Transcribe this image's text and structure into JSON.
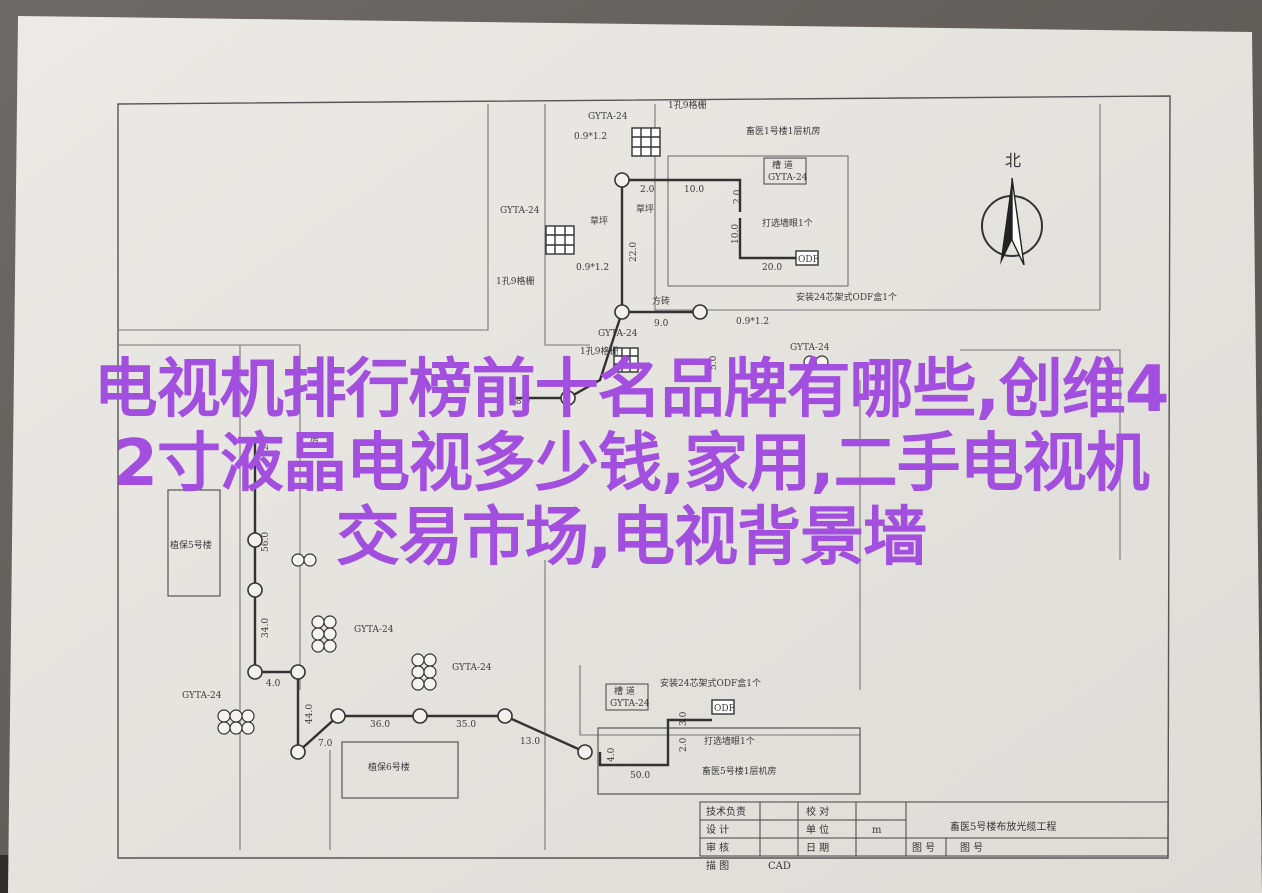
{
  "colors": {
    "table": "#5f5c58",
    "paper": "#e9e8e4",
    "ink": "#4a4a4a",
    "title": "#a24fe0"
  },
  "title_lines": [
    "电视机排行榜前十名品牌有哪些,创维4",
    "2寸液晶电视多少钱,家用,二手电视机",
    "交易市场,电视背景墙"
  ],
  "drawing": {
    "north": "北",
    "labels": {
      "gyta_24": "GYTA-24",
      "hole1_cable_top": "1孔9格栅",
      "hole1_cable_left": "1孔9格栅",
      "pipe_09_12_a": "0.9*1.2",
      "pipe_09_12_b": "0.9*1.2",
      "pipe_09_12_c": "0.9*1.2",
      "hole1_mid": "1孔9格栅",
      "machine_room_top": "畜医1号楼1层机房",
      "lawn_left": "草坪",
      "lawn_right": "草坪",
      "brick": "方砖",
      "trough": "槽 道",
      "wall_hole": "打选墙眼1个",
      "odf_install_top": "安装24芯架式ODF盒1个",
      "odf_install_bottom": "安装24芯架式ODF盒1个",
      "odf": "ODF",
      "building_left": "植保5号楼",
      "building_bottom": "植保6号楼",
      "machine_room_bottom": "畜医5号楼1层机房",
      "d_2_0": "2.0",
      "d_10_0": "10.0",
      "d_2_0b": "2.0",
      "d_10_0b": "10.0",
      "d_22_0": "22.0",
      "d_20_0": "20.0",
      "d_9_0": "9.0",
      "d_5_0": "5.0",
      "d_28_0": "28.0",
      "d_72_0": "72.0",
      "d_56_0": "56.0",
      "d_34_0": "34.0",
      "d_4_0": "4.0",
      "d_44_0": "44.0",
      "d_7_0": "7.0",
      "d_36_0": "36.0",
      "d_35_0": "35.0",
      "d_13_0": "13.0",
      "d_4_0b": "4.0",
      "d_50_0": "50.0",
      "d_3_0": "3.0",
      "d_2_0c": "2.0",
      "fang": "房"
    },
    "title_block": {
      "tech_lead": "技术负责",
      "design": "设  计",
      "review": "审  核",
      "draw": "描  图",
      "draw_value": "CAD",
      "check": "校  对",
      "unit": "单  位",
      "unit_value": "m",
      "date": "日  期",
      "drawing_no": "图 号",
      "drawing_no2": "图  号",
      "project": "畜医5号楼布放光缆工程"
    }
  }
}
